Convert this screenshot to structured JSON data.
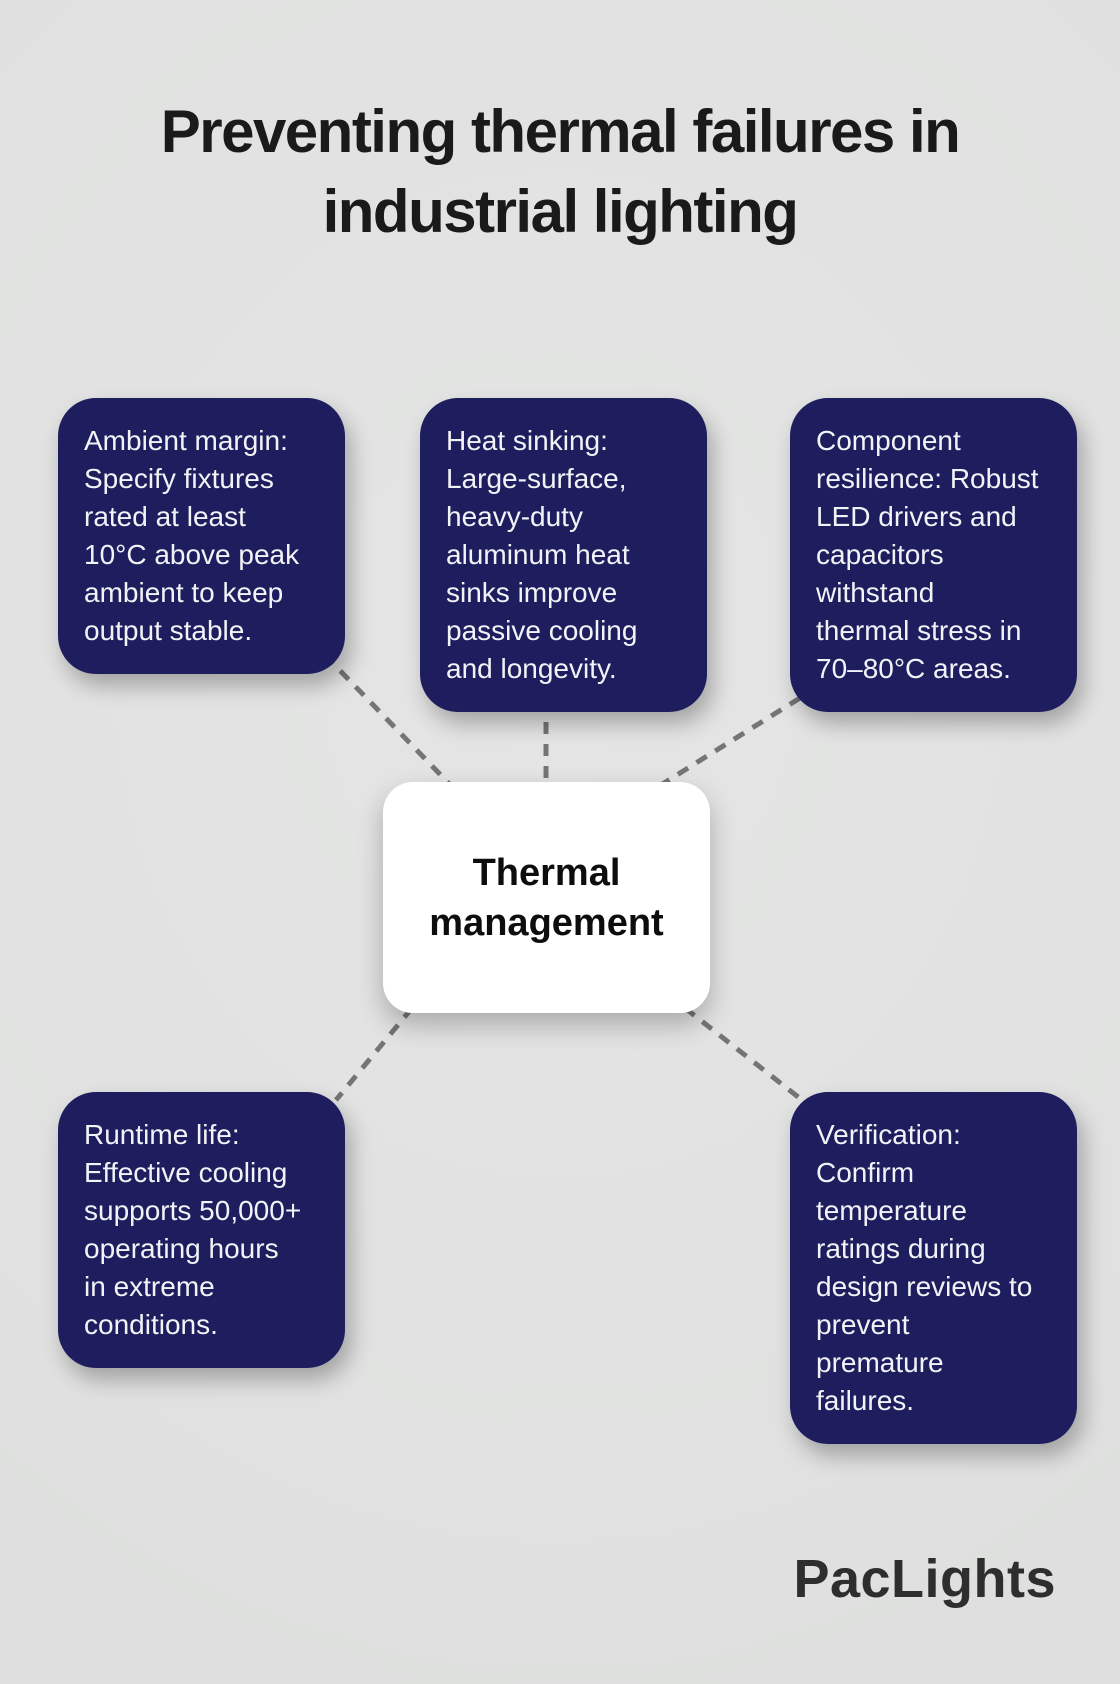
{
  "title": {
    "lines": [
      "Preventing thermal failures in",
      "industrial lighting"
    ]
  },
  "center_node": {
    "label": "Thermal management"
  },
  "cards": [
    {
      "id": "ambient-margin",
      "lines": [
        "Ambient margin:",
        "Specify fixtures",
        "rated at least",
        "10°C above peak",
        "ambient to keep",
        "output stable."
      ]
    },
    {
      "id": "heat-sinking",
      "lines": [
        "Heat sinking:",
        "Large-surface,",
        "heavy-duty",
        "aluminum heat",
        "sinks improve",
        "passive cooling",
        "and longevity."
      ]
    },
    {
      "id": "component-resilience",
      "lines": [
        "Component",
        "resilience: Robust",
        "LED drivers and",
        "capacitors",
        "withstand",
        "thermal stress in",
        "70–80°C areas."
      ]
    },
    {
      "id": "runtime-life",
      "lines": [
        "Runtime life:",
        "Effective cooling",
        "supports 50,000+",
        "operating hours",
        "in extreme",
        "conditions."
      ]
    },
    {
      "id": "verification",
      "lines": [
        "Verification:",
        "Confirm",
        "temperature",
        "ratings during",
        "design reviews to",
        "prevent",
        "premature",
        "failures."
      ]
    }
  ],
  "brand": {
    "logo_text": "PacLights"
  },
  "colors": {
    "background": "#e0e1e0",
    "card_navy": "#1e1e5f",
    "center_card_white": "#ffffff",
    "connector_gray": "#757575",
    "title_text": "#1a1a1a",
    "card_text": "#f2f3f7",
    "logo_text": "#2e2e2e"
  }
}
